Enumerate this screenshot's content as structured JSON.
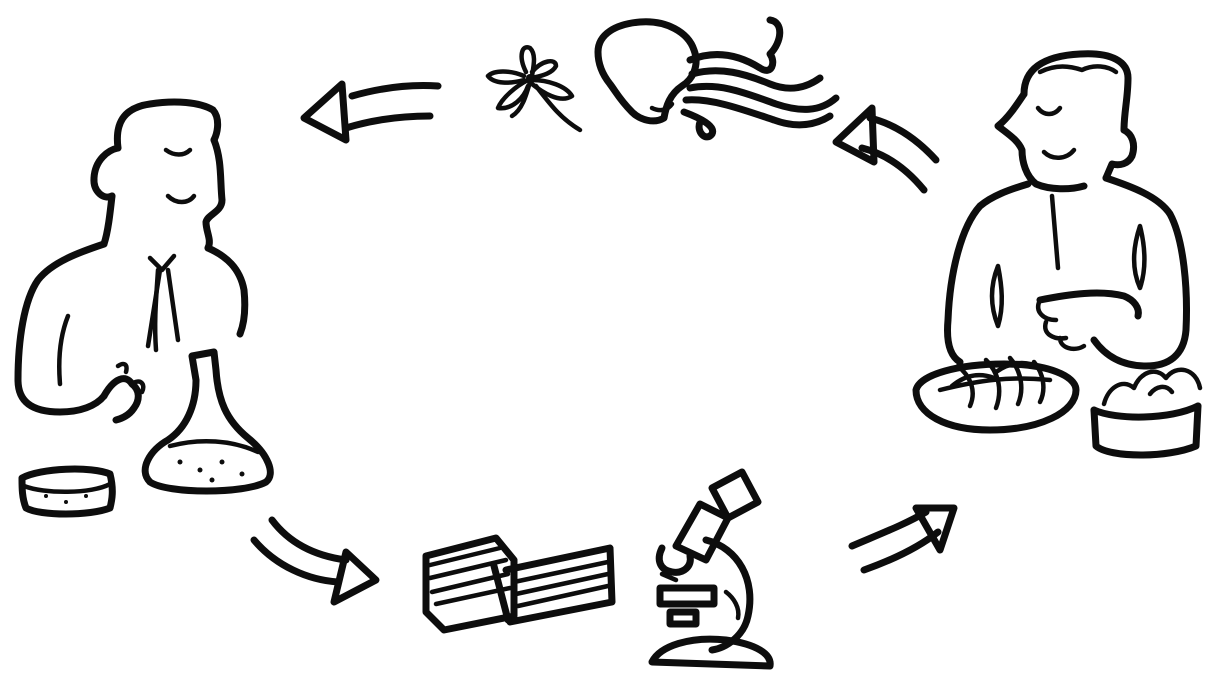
{
  "diagram": {
    "kind": "cycle",
    "ink_color": "#0d0d0d",
    "background_color": "#ffffff",
    "nodes": [
      {
        "id": "scientist-lab",
        "icon": "scientist-with-flask-icon"
      },
      {
        "id": "documents",
        "icon": "stack-of-papers-icon"
      },
      {
        "id": "microscope",
        "icon": "microscope-icon"
      },
      {
        "id": "scientist-food",
        "icon": "person-with-food-plates-icon"
      },
      {
        "id": "organisms",
        "icon": "octopus-and-flower-icon"
      }
    ],
    "edges": [
      {
        "from": "scientist-lab",
        "to": "documents"
      },
      {
        "from": "microscope",
        "to": "scientist-food"
      },
      {
        "from": "scientist-food",
        "to": "organisms"
      },
      {
        "from": "organisms",
        "to": "scientist-lab"
      }
    ]
  }
}
